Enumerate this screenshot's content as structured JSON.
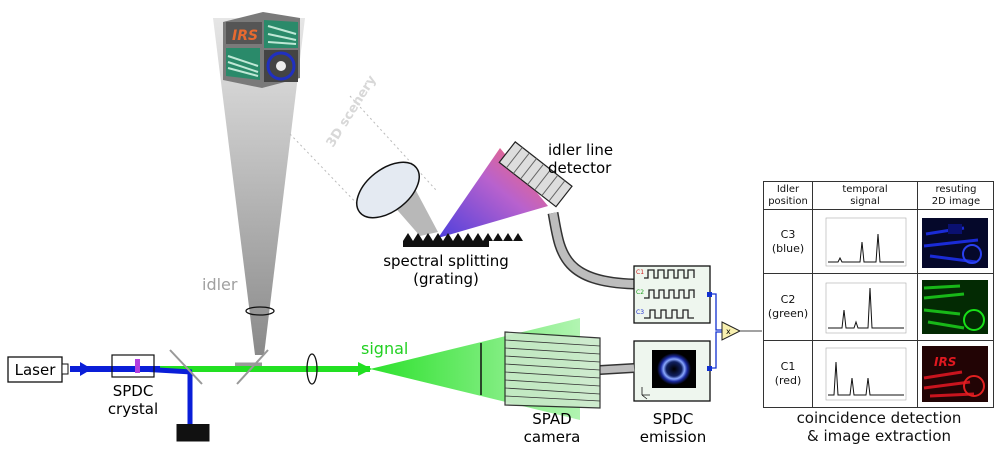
{
  "labels": {
    "laser": "Laser",
    "spdc_crystal_1": "SPDC",
    "spdc_crystal_2": "crystal",
    "idler": "idler",
    "signal": "signal",
    "scenery": "3D scenery",
    "grating_1": "spectral splitting",
    "grating_2": "(grating)",
    "detector_1": "idler line",
    "detector_2": "detector",
    "spad_1": "SPAD",
    "spad_2": "camera",
    "emission_1": "SPDC",
    "emission_2": "emission",
    "coinc_1": "coincidence detection",
    "coinc_2": "& image extraction",
    "scene_logo": "IRS",
    "channel_c1": "C1",
    "channel_c2": "C2",
    "channel_c3": "C3",
    "multiply": "x"
  },
  "table": {
    "header_position_1": "Idler",
    "header_position_2": "position",
    "header_signal_1": "temporal",
    "header_signal_2": "signal",
    "header_image_1": "resuting",
    "header_image_2": "2D image",
    "rows": [
      {
        "channel": "C3",
        "color": "(blue)",
        "tint": "#1a2bd6"
      },
      {
        "channel": "C2",
        "color": "(green)",
        "tint": "#18b818"
      },
      {
        "channel": "C1",
        "color": "(red)",
        "tint": "#c8141e"
      }
    ]
  },
  "colors": {
    "pump": "#0a1ed8",
    "signal": "#22e022",
    "idler": "#9a9a9a",
    "crystal_tint": "#b340e0"
  }
}
